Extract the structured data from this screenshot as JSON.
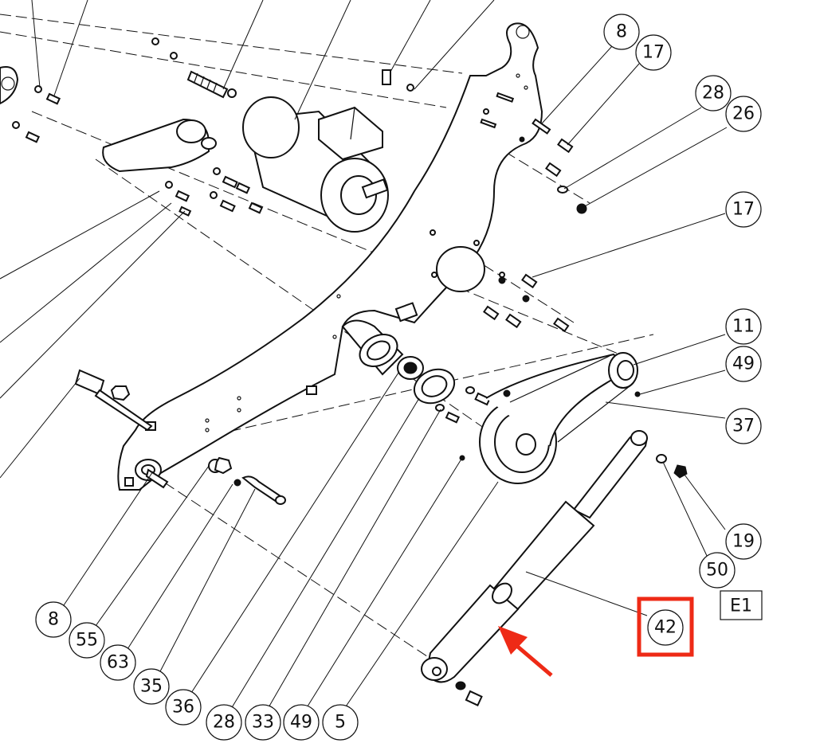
{
  "diagram": {
    "view_tag": "E1",
    "highlighted_callout": "42",
    "highlight_color": "#ee2a16",
    "arrow_color": "#ee2a16",
    "callouts": [
      {
        "id": "c-8-top",
        "label": "8"
      },
      {
        "id": "c-17-top",
        "label": "17"
      },
      {
        "id": "c-28-right",
        "label": "28"
      },
      {
        "id": "c-26",
        "label": "26"
      },
      {
        "id": "c-17-mid",
        "label": "17"
      },
      {
        "id": "c-11",
        "label": "11"
      },
      {
        "id": "c-49-right",
        "label": "49"
      },
      {
        "id": "c-37",
        "label": "37"
      },
      {
        "id": "c-19",
        "label": "19"
      },
      {
        "id": "c-50",
        "label": "50"
      },
      {
        "id": "c-42",
        "label": "42"
      },
      {
        "id": "c-8-bottom",
        "label": "8"
      },
      {
        "id": "c-55",
        "label": "55"
      },
      {
        "id": "c-63",
        "label": "63"
      },
      {
        "id": "c-35",
        "label": "35"
      },
      {
        "id": "c-36",
        "label": "36"
      },
      {
        "id": "c-28-bottom",
        "label": "28"
      },
      {
        "id": "c-33",
        "label": "33"
      },
      {
        "id": "c-49-bottom",
        "label": "49"
      },
      {
        "id": "c-5",
        "label": "5"
      }
    ]
  }
}
